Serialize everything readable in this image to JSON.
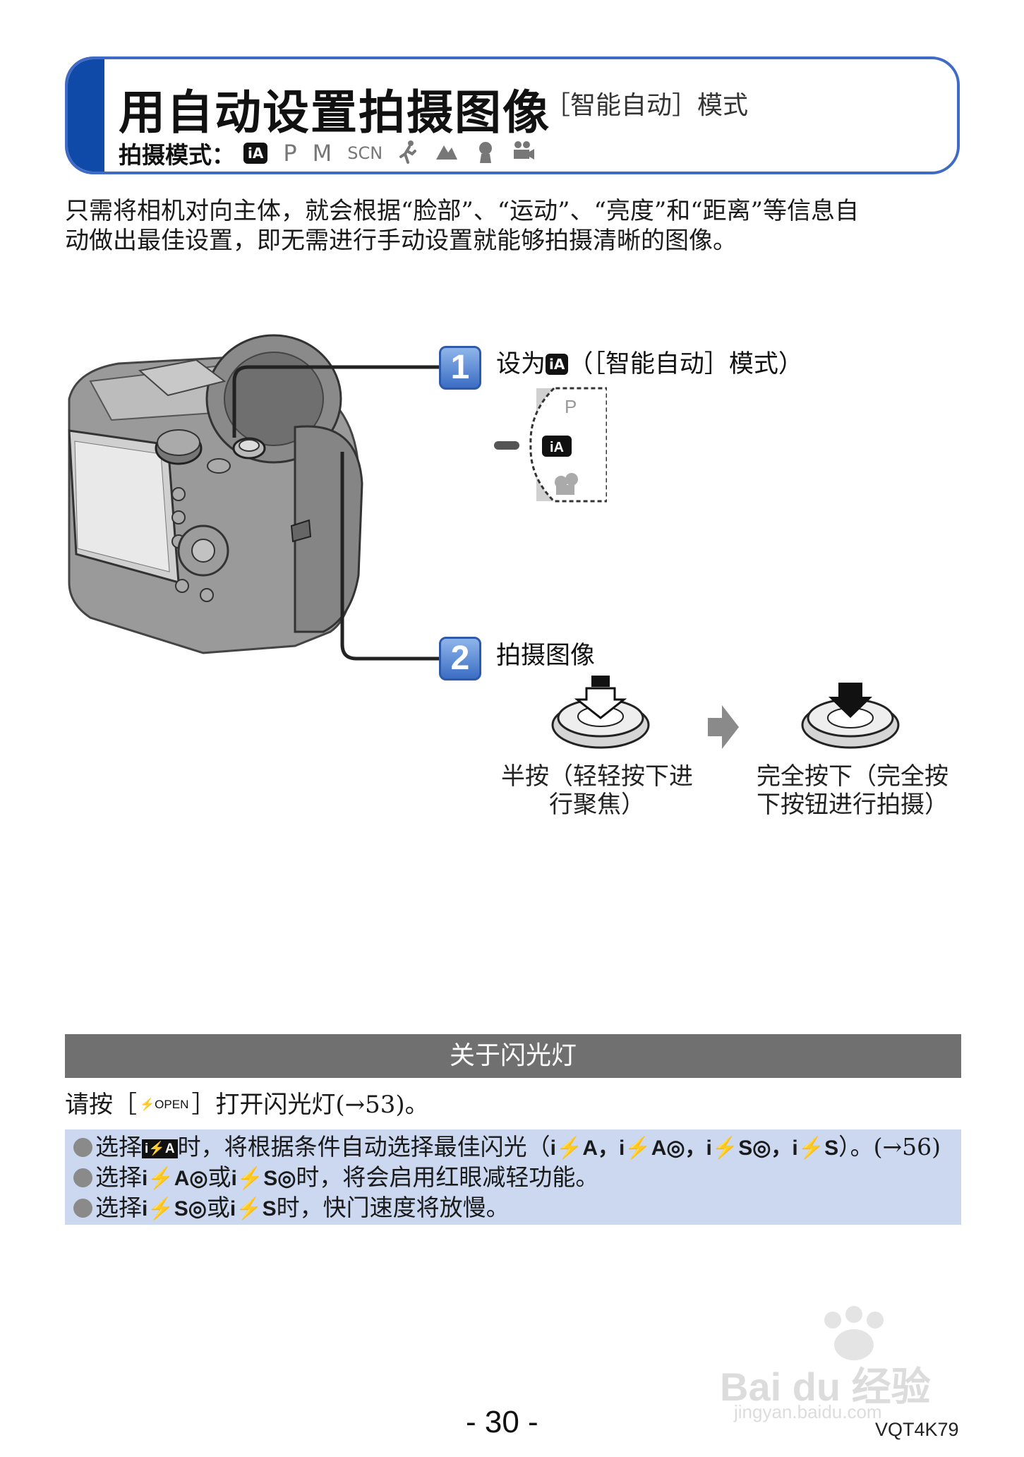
{
  "title": {
    "main": "用自动设置拍摄图像",
    "sub": "［智能自动］模式"
  },
  "modes": {
    "label": "拍摄模式：",
    "active": "iA",
    "items": [
      "P",
      "M",
      "SCN"
    ]
  },
  "intro": {
    "line1": "只需将相机对向主体，就会根据“脸部”、“运动”、“亮度”和“距离”等信息自",
    "line2": "动做出最佳设置，即无需进行手动设置就能够拍摄清晰的图像。"
  },
  "step1": {
    "number": "1",
    "prefix": "设为",
    "badge": "iA",
    "suffix": "（［智能自动］模式）",
    "dial_top": "P",
    "dial_mid": "iA"
  },
  "step2": {
    "number": "2",
    "label": "拍摄图像",
    "half_press_line1": "半按（轻轻按下进",
    "half_press_line2": "行聚焦）",
    "full_press_line1": "完全按下（完全按",
    "full_press_line2": "下按钮进行拍摄）"
  },
  "flash": {
    "header": "关于闪光灯",
    "open_prefix": "请按［",
    "open_button": "⚡OPEN",
    "open_suffix": "］打开闪光灯(→53)。",
    "note1_a": "选择",
    "note1_chip": "i⚡A",
    "note1_b": "时，将根据条件自动选择最佳闪光（",
    "note1_syms": "i⚡A，i⚡A◎，i⚡S◎，i⚡S",
    "note1_c": "）。(→56)",
    "note2_a": "选择",
    "note2_sym1": "i⚡A◎",
    "note2_b": "或",
    "note2_sym2": "i⚡S◎",
    "note2_c": "时，将会启用红眼减轻功能。",
    "note3_a": "选择",
    "note3_sym1": "i⚡S◎",
    "note3_b": "或",
    "note3_sym2": "i⚡S",
    "note3_c": "时，快门速度将放慢。"
  },
  "footer": {
    "page": "- 30 -",
    "code": "VQT4K79",
    "watermark_brand": "Bai du 经验",
    "watermark_url": "jingyan.baidu.com"
  },
  "colors": {
    "title_border": "#3f6bc6",
    "title_bar": "#0f4aa8",
    "flash_header": "#707070",
    "note_bg": "#cbd8f0"
  }
}
